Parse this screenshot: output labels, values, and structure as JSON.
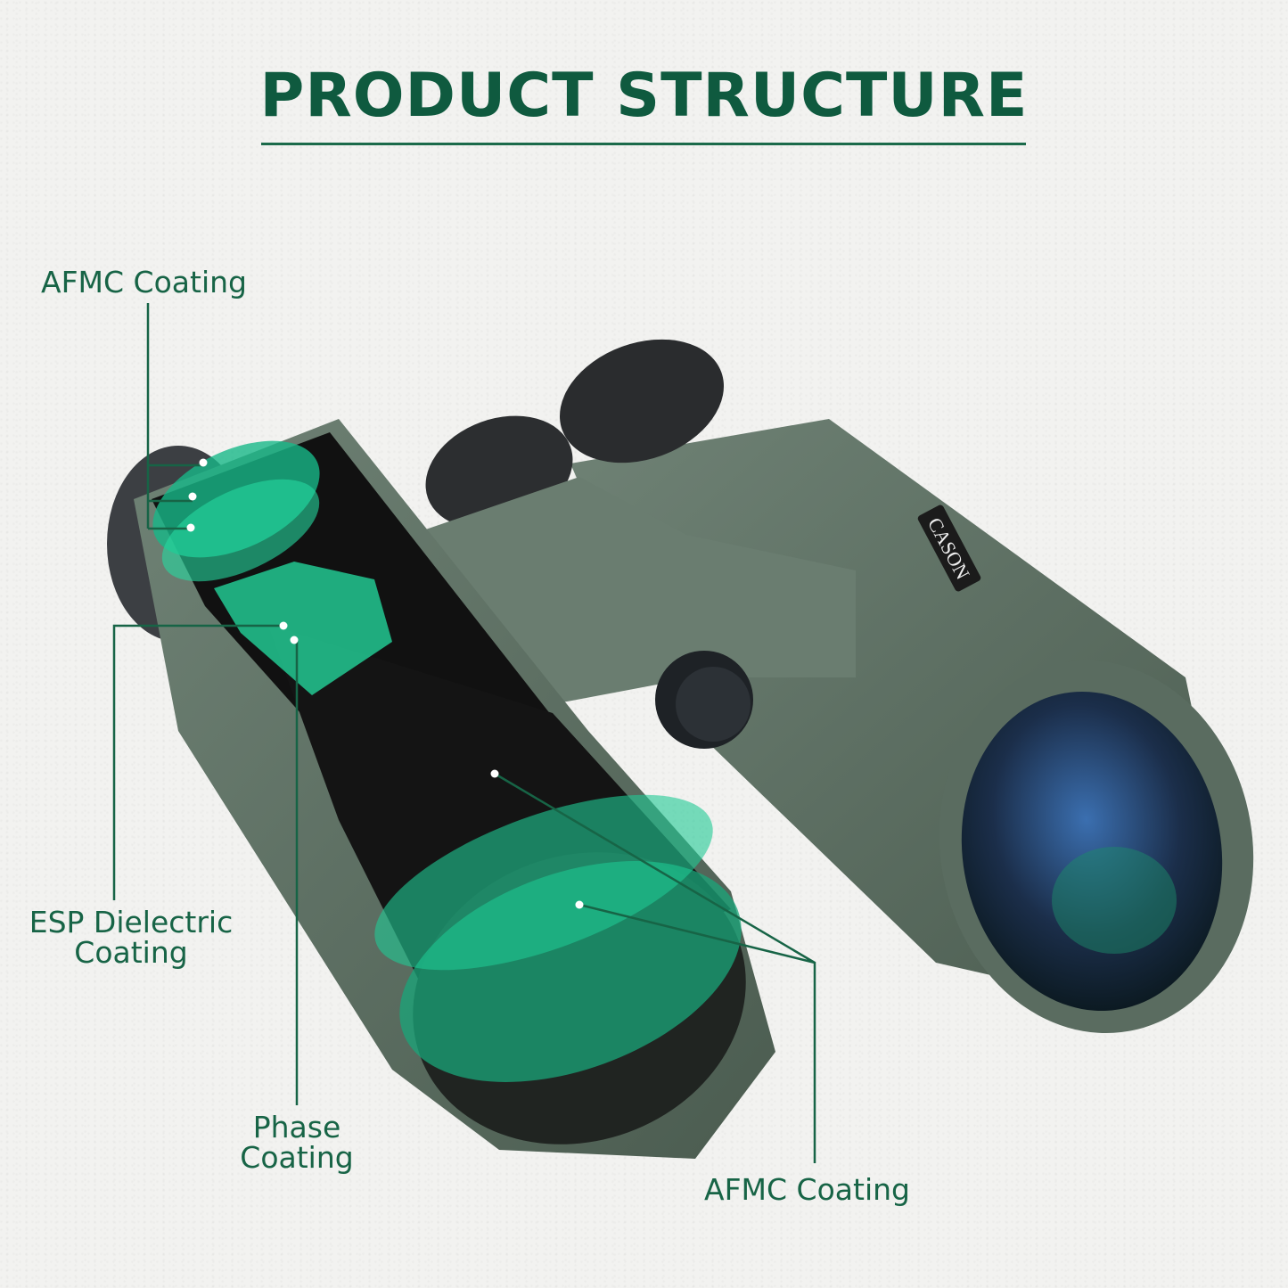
{
  "title": "PRODUCT STRUCTURE",
  "brand_logo": "CASON",
  "callouts": {
    "afmc_top": "AFMC Coating",
    "esp_line1": "ESP Dielectric",
    "esp_line2": "Coating",
    "phase_line1": "Phase",
    "phase_line2": "Coating",
    "afmc_bottom": "AFMC Coating"
  },
  "colors": {
    "title": "#0f5a3f",
    "label": "#176446",
    "body": "#5c6f62",
    "lens": "#1fd49a"
  }
}
